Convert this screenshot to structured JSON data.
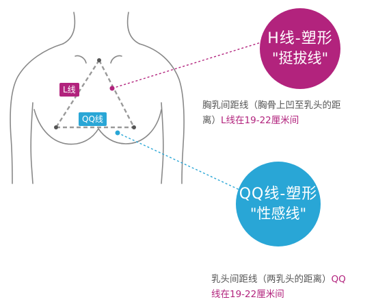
{
  "colors": {
    "h_line": "#b2237d",
    "qq_line": "#29a6d6",
    "body_outline": "#888888",
    "triangle": "#999999",
    "text": "#555555"
  },
  "labels": {
    "l_line": "L线",
    "qq_line": "QQ线"
  },
  "h_circle": {
    "line1": "H线-塑形",
    "line2": "\"挺拔线\""
  },
  "qq_circle": {
    "line1": "QQ线-塑形",
    "line2": "\"性感线\""
  },
  "note_l": {
    "line1": "胸乳间距线（胸骨上凹至乳头的距",
    "line2_prefix": "离）",
    "line2_highlight": "L线在19-22厘米间"
  },
  "note_qq": {
    "line1_prefix": "乳头间距线（两乳头的距离）",
    "line1_highlight": "QQ",
    "line2_highlight": "线在19-22厘米间"
  }
}
